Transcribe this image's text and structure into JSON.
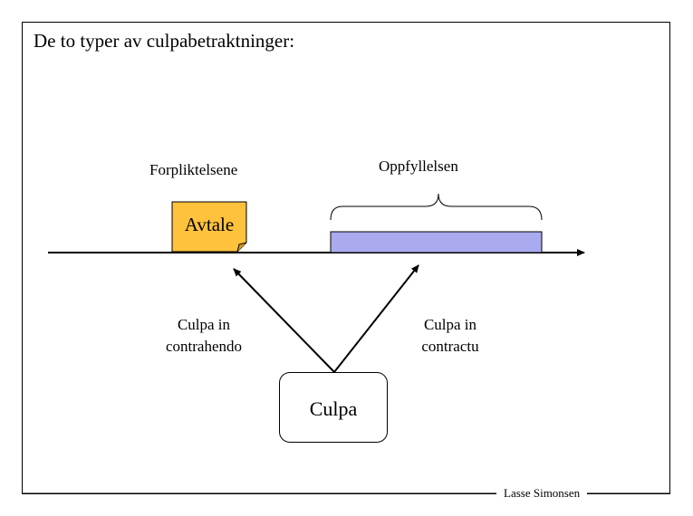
{
  "title": "De to typer av culpabetraktninger:",
  "labels": {
    "forpliktelsene": "Forpliktelsene",
    "oppfyllelsen": "Oppfyllelsen",
    "avtale": "Avtale",
    "culpa_in_contrahendo": "Culpa in contrahendo",
    "culpa_in_contractu": "Culpa in contractu",
    "culpa": "Culpa",
    "author": "Lasse Simonsen"
  },
  "colors": {
    "avtale_note": "#FFC23D",
    "fulfilment_bar": "#AAAAEE",
    "line": "#000000"
  }
}
